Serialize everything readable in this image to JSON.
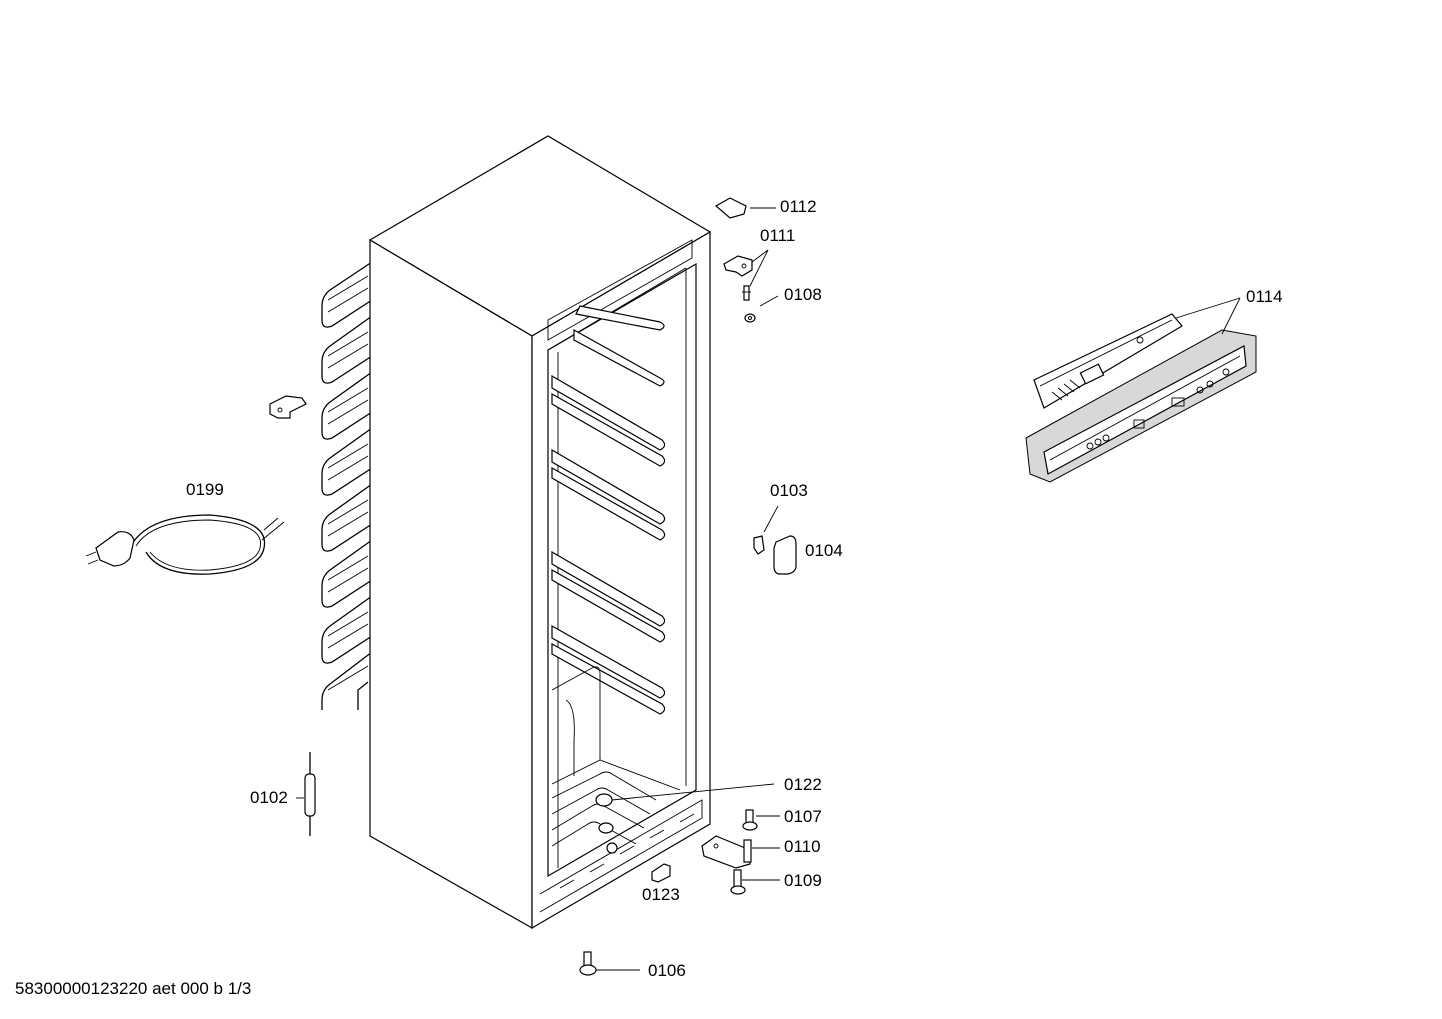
{
  "labels": {
    "p0112": "0112",
    "p0111": "0111",
    "p0108": "0108",
    "p0114": "0114",
    "p0199": "0199",
    "p0103": "0103",
    "p0104": "0104",
    "p0102": "0102",
    "p0122": "0122",
    "p0107": "0107",
    "p0110": "0110",
    "p0109": "0109",
    "p0123": "0123",
    "p0106": "0106"
  },
  "footer": {
    "doc_id": "58300000123220 aet 000 b 1/3"
  }
}
